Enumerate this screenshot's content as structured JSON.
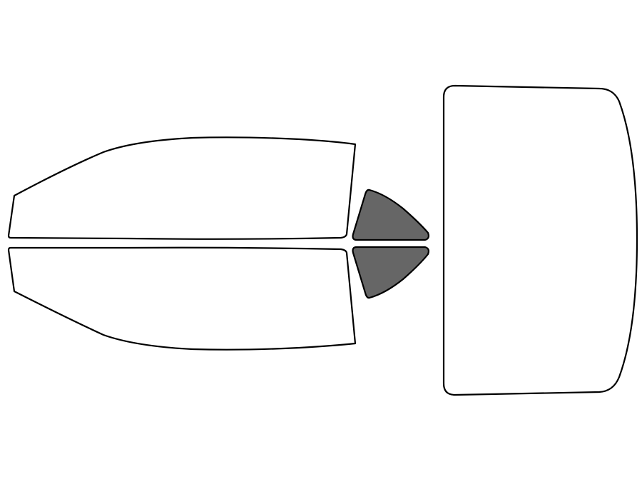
{
  "colors": {
    "background": "#ffffff",
    "outline": "#000000",
    "clear_glass": "#ffffff",
    "tinted_glass": "#666666"
  },
  "panes": [
    {
      "id": "front-window-upper",
      "tinted": false
    },
    {
      "id": "front-window-lower",
      "tinted": false
    },
    {
      "id": "quarter-glass-upper",
      "tinted": true
    },
    {
      "id": "quarter-glass-lower",
      "tinted": true
    },
    {
      "id": "rear-windshield",
      "tinted": false
    }
  ]
}
